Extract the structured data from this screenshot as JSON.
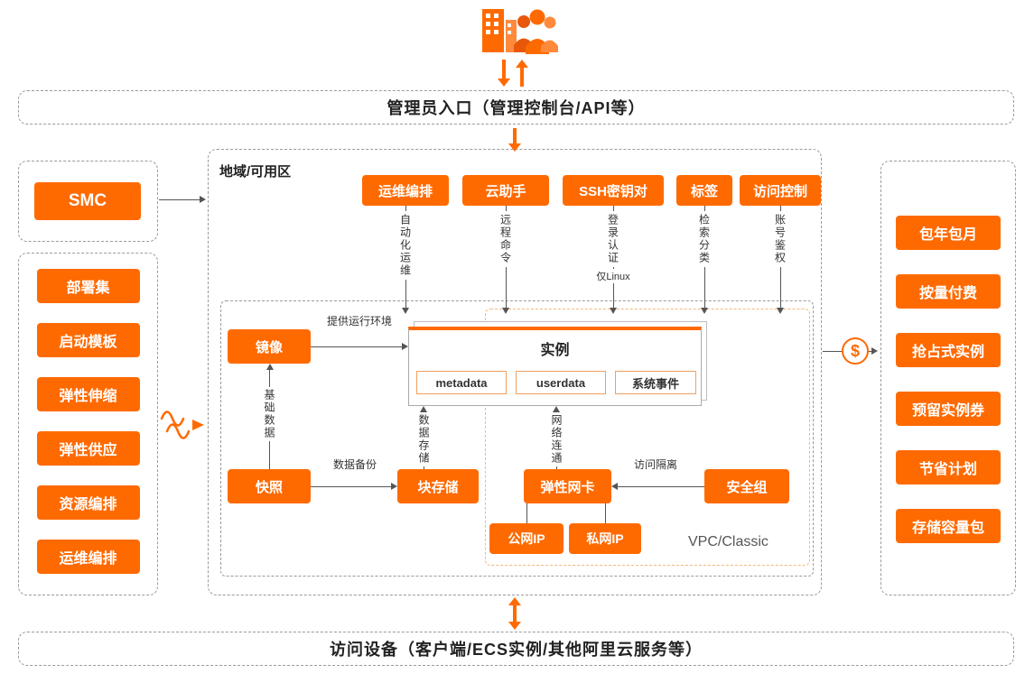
{
  "colors": {
    "accent": "#FF6A00",
    "line": "#555555",
    "border": "#9a9a9a"
  },
  "banners": {
    "top": "管理员入口（管理控制台/API等）",
    "bottom": "访问设备（客户端/ECS实例/其他阿里云服务等）"
  },
  "left": {
    "smc": "SMC",
    "tools": [
      "部署集",
      "启动模板",
      "弹性伸缩",
      "弹性供应",
      "资源编排",
      "运维编排"
    ]
  },
  "right": {
    "dollar": "$",
    "billing": [
      "包年包月",
      "按量付费",
      "抢占式实例",
      "预留实例券",
      "节省计划",
      "存储容量包"
    ]
  },
  "region": {
    "label": "地域/可用区",
    "services": [
      {
        "label": "运维编排",
        "note": "自动化运维"
      },
      {
        "label": "云助手",
        "note": "远程命令"
      },
      {
        "label": "SSH密钥对",
        "note": "登录认证",
        "note2": "仅Linux"
      },
      {
        "label": "标签",
        "note": "检索分类"
      },
      {
        "label": "访问控制",
        "note": "账号鉴权"
      }
    ],
    "inner": {
      "image": "镜像",
      "image_to_instance": "提供运行环境",
      "instance_title": "实例",
      "instance_items": [
        "metadata",
        "userdata",
        "系统事件"
      ],
      "snapshot": "快照",
      "snapshot_to_image": "基础数据",
      "snapshot_to_disk": "数据备份",
      "disk": "块存储",
      "disk_to_instance": "数据存储",
      "eni": "弹性网卡",
      "eni_to_instance": "网络连通",
      "sg_to_eni": "访问隔离",
      "security_group": "安全组",
      "public_ip": "公网IP",
      "private_ip": "私网IP",
      "vpc_label": "VPC/Classic"
    }
  }
}
